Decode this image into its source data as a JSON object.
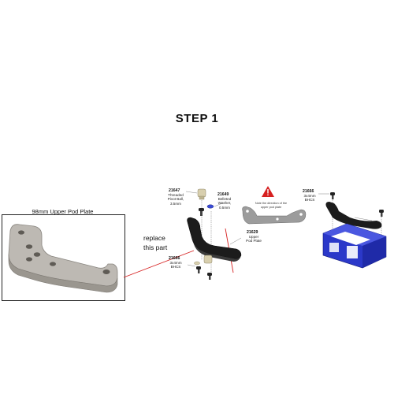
{
  "step_title": "STEP 1",
  "render": {
    "caption": "98mm Upper Pod Plate"
  },
  "callout": {
    "line1": "replace",
    "line2": "this part"
  },
  "parts": {
    "threaded_pivot_ball": {
      "number": "21647",
      "label_line1": "Threaded",
      "label_line2": "Pivot Ball,",
      "label_line3": "3.5mm"
    },
    "belleted_washer": {
      "number": "21649",
      "label_line1": "Belleted",
      "label_line2": "Washer,",
      "label_line3": "0.5mm"
    },
    "upper_pod_plate": {
      "number": "21629",
      "label_line1": "Upper",
      "label_line2": "Pod Plate"
    },
    "bhcs_left": {
      "number": "21666",
      "label_line1": "3x4mm",
      "label_line2": "BHCS"
    },
    "bhcs_right": {
      "number": "21666",
      "label_line1": "3x4mm",
      "label_line2": "BHCS"
    }
  },
  "note": {
    "text_line1": "Note the direction of the",
    "text_line2": "upper pod plate"
  },
  "colors": {
    "callout_line": "#d62020",
    "warning": "#d62020",
    "plate_render": "#b8b4ae",
    "plate_black": "#1c1c1c",
    "pod_blue": "#2b38c9"
  }
}
